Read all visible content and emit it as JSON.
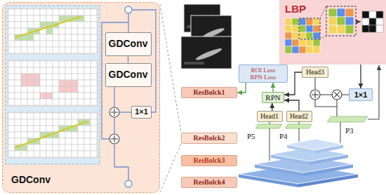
{
  "diagram": {
    "nodes": [
      {
        "text": [
          "GDConv"
        ]
      },
      {
        "text": [
          "GDConv"
        ],
        "in": 0
      },
      {
        "text": [
          "GDConv"
        ],
        "in": 0
      },
      {
        "text": [
          "1×1"
        ],
        "in": 0
      },
      {
        "text": [
          "LBP"
        ]
      },
      {
        "text": [
          "ROI Loss",
          "RPN Loss"
        ]
      },
      {
        "text": [
          "ResBolck1"
        ]
      },
      {
        "text": [
          "Head3"
        ]
      },
      {
        "text": [
          "1×1"
        ]
      },
      {
        "text": [
          "RPN"
        ]
      },
      {
        "text": [
          "Head1"
        ]
      },
      {
        "text": [
          "Head2"
        ]
      },
      {
        "text": [
          "ResBolck2"
        ]
      },
      {
        "text": [
          "ResBolck3"
        ]
      },
      {
        "text": [
          "ResBolck4"
        ]
      }
    ],
    "edges": [
      {
        "from": 1,
        "to": 2,
        "arrow": "none"
      },
      {
        "from": 5,
        "to": 6,
        "arrow": "to"
      },
      {
        "from": 10,
        "to": 9,
        "arrow": "to"
      },
      {
        "from": 11,
        "to": 9,
        "arrow": "to"
      },
      {
        "from": 7,
        "to": 9,
        "arrow": "to"
      },
      {
        "from": 9,
        "to": 5,
        "arrow": "to"
      },
      {
        "from": 4,
        "to": 8,
        "arrow": "to"
      }
    ],
    "labels": [
      "P5",
      "P4",
      "P3"
    ]
  }
}
